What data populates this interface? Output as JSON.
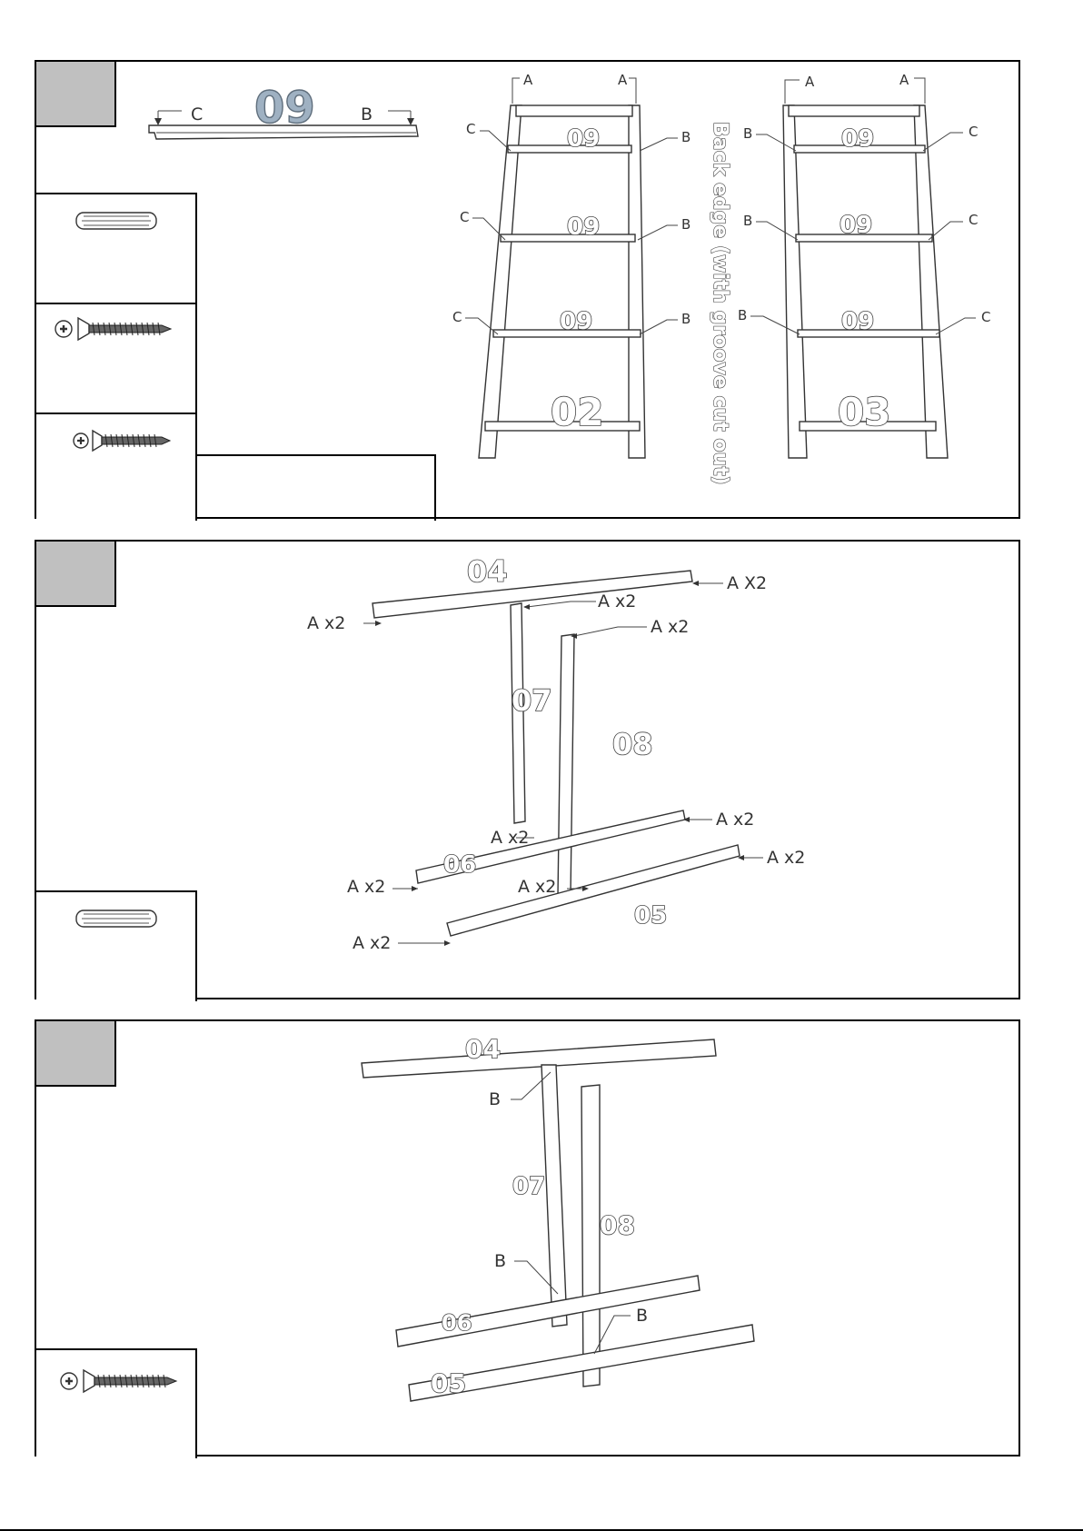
{
  "panel1": {
    "part_label": "09",
    "left_marker": "C",
    "right_marker": "B",
    "back_edge_note": "Back edge (with groove cut out)",
    "ladder_left": {
      "part_label": "02",
      "top_labels": [
        "A",
        "A"
      ],
      "rungs": [
        {
          "part": "09",
          "left": "C",
          "right": "B"
        },
        {
          "part": "09",
          "left": "C",
          "right": "B"
        },
        {
          "part": "09",
          "left": "C",
          "right": "B"
        }
      ]
    },
    "ladder_right": {
      "part_label": "03",
      "top_labels": [
        "A",
        "A"
      ],
      "rungs": [
        {
          "part": "09",
          "left": "B",
          "right": "C"
        },
        {
          "part": "09",
          "left": "B",
          "right": "C"
        },
        {
          "part": "09",
          "left": "B",
          "right": "C"
        }
      ]
    },
    "hardware": [
      "dowel-icon",
      "long-screw-icon",
      "short-screw-icon"
    ]
  },
  "panel2": {
    "parts": {
      "top_rail": "04",
      "left_post": "07",
      "right_post": "08",
      "middle_rail": "06",
      "bottom_rail": "05"
    },
    "callouts": {
      "top_right": "A X2",
      "top_left": "A x2",
      "post7_top": "A x2",
      "post8_top": "A x2",
      "post7_bottom": "A x2",
      "rail6_right": "A x2",
      "rail6_left": "A x2",
      "post8_bottom": "A x2",
      "rail5_right": "A x2",
      "rail5_left": "A x2"
    },
    "hardware": [
      "dowel-icon"
    ]
  },
  "panel3": {
    "parts": {
      "top_rail": "04",
      "left_post": "07",
      "right_post": "08",
      "middle_rail": "06",
      "bottom_rail": "05"
    },
    "callouts": {
      "top": "B",
      "middle": "B",
      "bottom": "B"
    },
    "hardware": [
      "long-screw-icon"
    ]
  }
}
